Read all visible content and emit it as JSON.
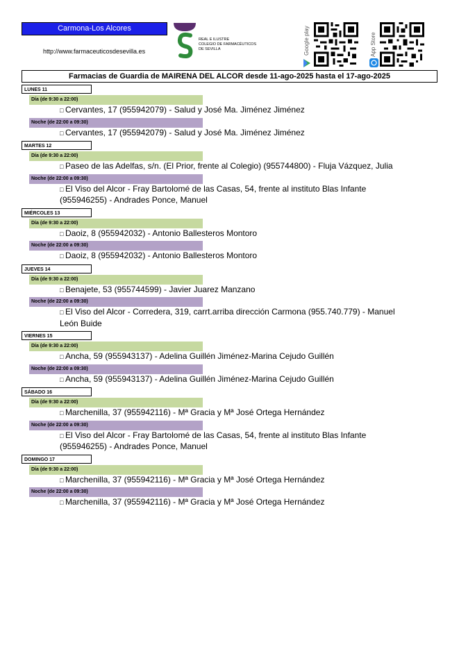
{
  "header": {
    "region": "Carmona-Los Alcores",
    "url": "http://www.farmaceuticosdesevilla.es",
    "logo_lines": [
      "REAL E ILUSTRE",
      "COLEGIO DE FARMACÉUTICOS",
      "DE SEVILLA"
    ],
    "google_play_label": "Google play",
    "app_store_label": "App Store"
  },
  "title": "Farmacias de Guardia de MAIRENA DEL ALCOR desde 11-ago-2025 hasta el 17-ago-2025",
  "colors": {
    "region_bg": "#1b20e8",
    "day_shift": "#c6d9a0",
    "night_shift": "#b3a2c7",
    "logo_purple": "#5a2d6e",
    "logo_green": "#2e8b3a"
  },
  "days": [
    {
      "label": "LUNES 11",
      "shifts": [
        {
          "type": "dia",
          "label": "Día (de 9:30 a 22:00)",
          "pharmacy": "Cervantes,  17 (955942079) - Salud y José Ma. Jiménez Jiménez"
        },
        {
          "type": "noche",
          "label": "Noche (de 22:00 a 09:30)",
          "pharmacy": "Cervantes,  17 (955942079) - Salud y José Ma. Jiménez Jiménez"
        }
      ]
    },
    {
      "label": "MARTES 12",
      "shifts": [
        {
          "type": "dia",
          "label": "Día (de 9:30 a 22:00)",
          "pharmacy": "Paseo de las Adelfas, s/n. (El Prior, frente al Colegio) (955744800) - Fluja Vázquez, Julia"
        },
        {
          "type": "noche",
          "label": "Noche (de 22:00 a 09:30)",
          "pharmacy": "El Viso del Alcor - Fray Bartolomé de las Casas, 54, frente al instituto Blas Infante (955946255) - Andrades Ponce, Manuel"
        }
      ]
    },
    {
      "label": "MIÉRCOLES 13",
      "shifts": [
        {
          "type": "dia",
          "label": "Día (de 9:30 a 22:00)",
          "pharmacy": "Daoiz, 8 (955942032) - Antonio Ballesteros Montoro"
        },
        {
          "type": "noche",
          "label": "Noche (de 22:00 a 09:30)",
          "pharmacy": "Daoiz, 8 (955942032) - Antonio Ballesteros Montoro"
        }
      ]
    },
    {
      "label": "JUEVES 14",
      "shifts": [
        {
          "type": "dia",
          "label": "Día (de 9:30 a 22:00)",
          "pharmacy": "Benajete, 53 (955744599) - Javier Juarez Manzano"
        },
        {
          "type": "noche",
          "label": "Noche (de 22:00 a 09:30)",
          "pharmacy": "El Viso del Alcor - Corredera, 319, carrt.arriba dirección Carmona (955.740.779) - Manuel León Buide"
        }
      ]
    },
    {
      "label": "VIERNES 15",
      "shifts": [
        {
          "type": "dia",
          "label": "Día (de 9:30 a 22:00)",
          "pharmacy": "Ancha, 59 (955943137) - Adelina Guillén Jiménez-Marina Cejudo Guillén"
        },
        {
          "type": "noche",
          "label": "Noche (de 22:00 a 09:30)",
          "pharmacy": "Ancha, 59 (955943137) - Adelina Guillén Jiménez-Marina Cejudo Guillén"
        }
      ]
    },
    {
      "label": "SÁBADO 16",
      "shifts": [
        {
          "type": "dia",
          "label": "Día (de 9:30 a 22:00)",
          "pharmacy": "Marchenilla, 37 (955942116) - Mª Gracia y Mª José Ortega Hernández"
        },
        {
          "type": "noche",
          "label": "Noche (de 22:00 a 09:30)",
          "pharmacy": "El Viso del Alcor - Fray Bartolomé de las Casas, 54, frente al instituto Blas Infante (955946255) - Andrades Ponce, Manuel"
        }
      ]
    },
    {
      "label": "DOMINGO 17",
      "shifts": [
        {
          "type": "dia",
          "label": "Día (de 9:30 a 22:00)",
          "pharmacy": "Marchenilla, 37 (955942116) - Mª Gracia y Mª José Ortega Hernández"
        },
        {
          "type": "noche",
          "label": "Noche (de 22:00 a 09:30)",
          "pharmacy": "Marchenilla, 37 (955942116) - Mª Gracia y Mª José Ortega Hernández"
        }
      ]
    }
  ]
}
